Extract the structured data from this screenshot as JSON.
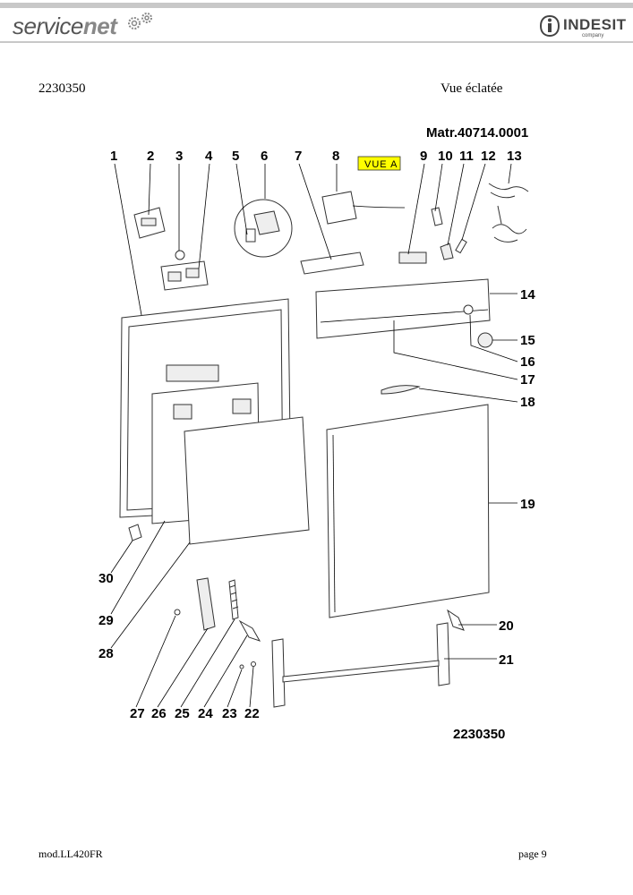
{
  "header": {
    "brand_left_a": "service",
    "brand_left_b": "net",
    "brand_right": "INDESIT",
    "brand_right_sub": "company"
  },
  "document": {
    "number": "2230350",
    "title": "Vue éclatée"
  },
  "diagram": {
    "matricule": "Matr.40714.0001",
    "view_tag": "VUE A",
    "drawing_number": "2230350",
    "labels": [
      "1",
      "2",
      "3",
      "4",
      "5",
      "6",
      "7",
      "8",
      "9",
      "10",
      "11",
      "12",
      "13",
      "14",
      "15",
      "16",
      "17",
      "18",
      "19",
      "20",
      "21",
      "22",
      "23",
      "24",
      "25",
      "26",
      "27",
      "28",
      "29",
      "30"
    ]
  },
  "footer": {
    "model": "mod.LL420FR",
    "page": "page 9"
  }
}
